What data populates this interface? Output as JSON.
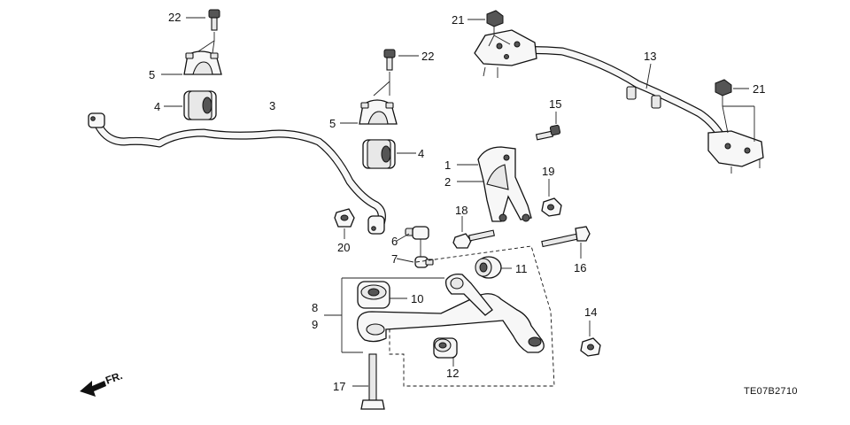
{
  "diagram": {
    "drawing_code": "TE07B2710",
    "direction_label": "FR.",
    "callouts": [
      {
        "id": "c22a",
        "label": "22"
      },
      {
        "id": "c5a",
        "label": "5"
      },
      {
        "id": "c4a",
        "label": "4"
      },
      {
        "id": "c3",
        "label": "3"
      },
      {
        "id": "c22b",
        "label": "22"
      },
      {
        "id": "c5b",
        "label": "5"
      },
      {
        "id": "c4b",
        "label": "4"
      },
      {
        "id": "c20",
        "label": "20"
      },
      {
        "id": "c6",
        "label": "6"
      },
      {
        "id": "c7",
        "label": "7"
      },
      {
        "id": "c21a",
        "label": "21"
      },
      {
        "id": "c13",
        "label": "13"
      },
      {
        "id": "c21b",
        "label": "21"
      },
      {
        "id": "c15",
        "label": "15"
      },
      {
        "id": "c1",
        "label": "1"
      },
      {
        "id": "c2",
        "label": "2"
      },
      {
        "id": "c19",
        "label": "19"
      },
      {
        "id": "c18",
        "label": "18"
      },
      {
        "id": "c16",
        "label": "16"
      },
      {
        "id": "c11",
        "label": "11"
      },
      {
        "id": "c10",
        "label": "10"
      },
      {
        "id": "c8",
        "label": "8"
      },
      {
        "id": "c9",
        "label": "9"
      },
      {
        "id": "c14",
        "label": "14"
      },
      {
        "id": "c12",
        "label": "12"
      },
      {
        "id": "c17",
        "label": "17"
      }
    ]
  }
}
